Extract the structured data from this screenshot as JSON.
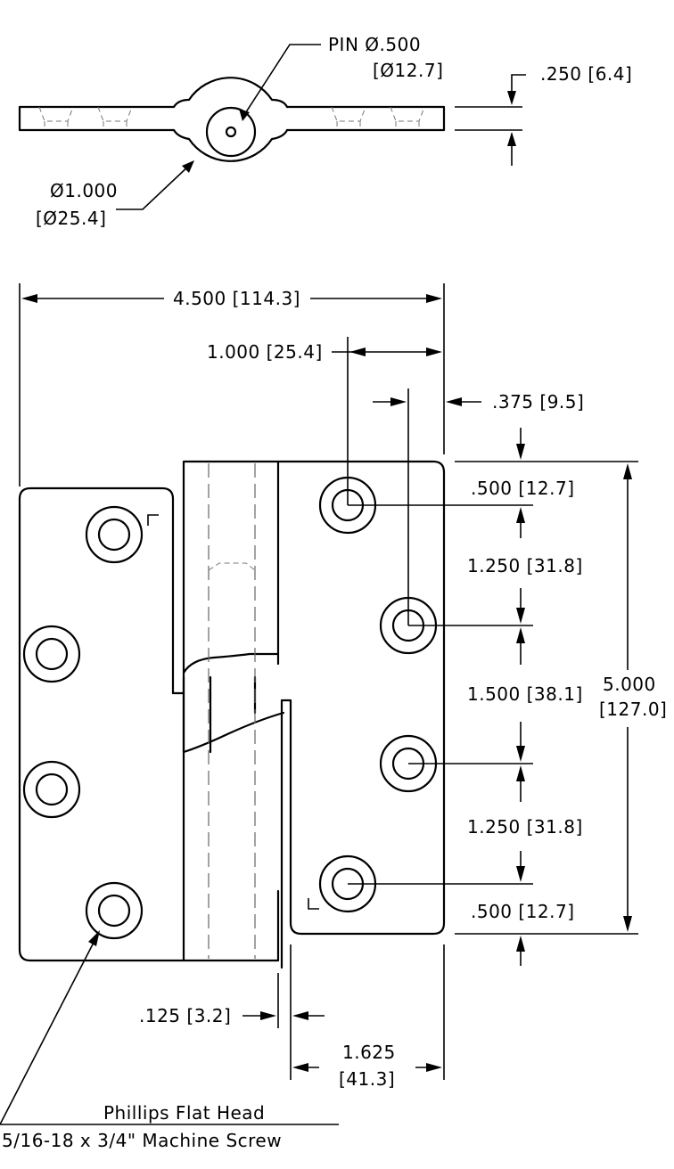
{
  "top_view": {
    "pin_label": "PIN Ø.500",
    "pin_label_mm": "[Ø12.7]",
    "knuckle_dia": "Ø1.000",
    "knuckle_dia_mm": "[Ø25.4]",
    "thickness": ".250 [6.4]"
  },
  "front_view": {
    "overall_width": "4.500 [114.3]",
    "hole_col_offset": "1.000 [25.4]",
    "hole_stagger": ".375 [9.5]",
    "edge_top": ".500 [12.7]",
    "spacing_1": "1.250 [31.8]",
    "spacing_2": "1.500 [38.1]",
    "spacing_3": "1.250 [31.8]",
    "edge_bottom": ".500 [12.7]",
    "overall_height": "5.000",
    "overall_height_mm": "[127.0]",
    "gap": ".125 [3.2]",
    "leaf_width": "1.625",
    "leaf_width_mm": "[41.3]"
  },
  "callout": {
    "screw_line1": "Phillips Flat Head",
    "screw_line2": "5/16-18 x 3/4\" Machine Screw"
  }
}
